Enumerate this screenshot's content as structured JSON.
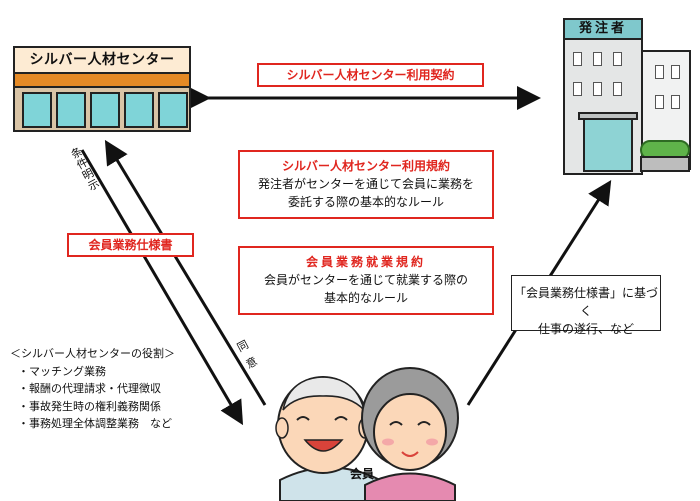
{
  "silver_center": {
    "name": "シルバー人材センター"
  },
  "orderer": {
    "name": "発注者"
  },
  "contract_box": {
    "text": "シルバー人材センター利用契約"
  },
  "rule_box_1": {
    "title": "シルバー人材センター利用規約",
    "line1": "発注者がセンターを通じて会員に業務を",
    "line2": "委託する際の基本的なルール"
  },
  "rule_box_2": {
    "title": "会員業務就業規約",
    "line1": "会員がセンターを通じて就業する際の",
    "line2": "基本的なルール"
  },
  "spec_box": {
    "text": "会員業務仕様書"
  },
  "label_conditions": "条件明示",
  "label_consent": "同意",
  "exec_box": {
    "line1": "「会員業務仕様書」に基づく",
    "line2": "仕事の遂行、など"
  },
  "roles": {
    "heading": "＜シルバー人材センターの役割＞",
    "items": [
      "・マッチング業務",
      "・報酬の代理請求・代理徴収",
      "・事故発生時の権利義務関係",
      "・事務処理全体調整業務　など"
    ]
  },
  "member": {
    "label": "会員"
  }
}
